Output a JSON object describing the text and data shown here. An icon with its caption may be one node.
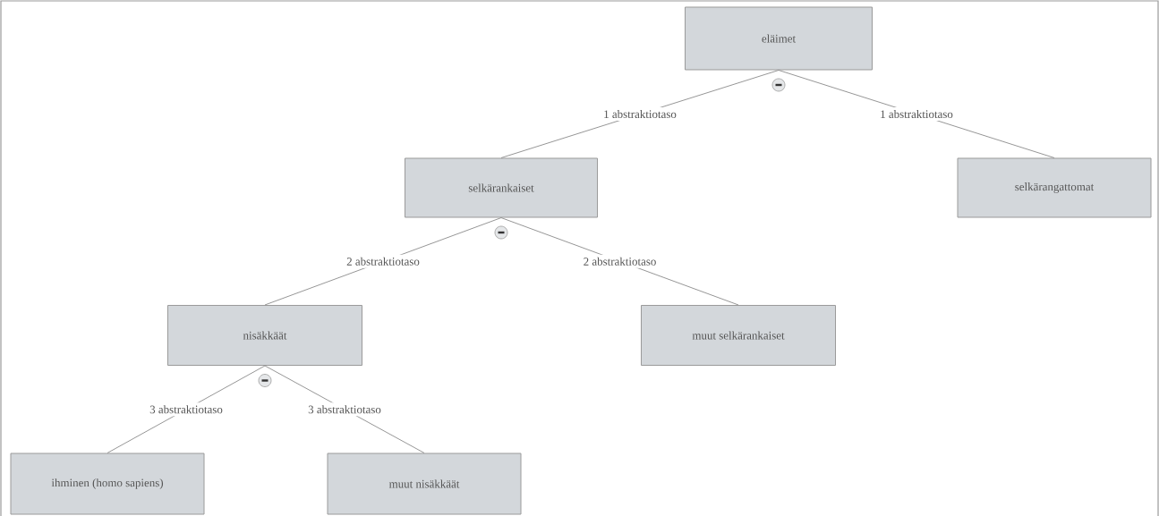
{
  "diagram": {
    "nodes": [
      {
        "text": [
          "eläimet"
        ]
      },
      {
        "text": [
          "selkärankaiset"
        ]
      },
      {
        "text": [
          "selkärangattomat"
        ]
      },
      {
        "text": [
          "nisäkkäät"
        ]
      },
      {
        "text": [
          "muut selkärankaiset"
        ]
      },
      {
        "text": [
          "ihminen (homo sapiens)"
        ]
      },
      {
        "text": [
          "muut nisäkkäät"
        ]
      }
    ],
    "edges": [
      {
        "from": 0,
        "to": 1,
        "arrow": "none",
        "label": "1 abstraktiotaso"
      },
      {
        "from": 0,
        "to": 2,
        "arrow": "none",
        "label": "1 abstraktiotaso"
      },
      {
        "from": 1,
        "to": 3,
        "arrow": "none",
        "label": "2 abstraktiotaso"
      },
      {
        "from": 1,
        "to": 4,
        "arrow": "none",
        "label": "2 abstraktiotaso"
      },
      {
        "from": 3,
        "to": 5,
        "arrow": "none",
        "label": "3 abstraktiotaso"
      },
      {
        "from": 3,
        "to": 6,
        "arrow": "none",
        "label": "3 abstraktiotaso"
      }
    ]
  }
}
